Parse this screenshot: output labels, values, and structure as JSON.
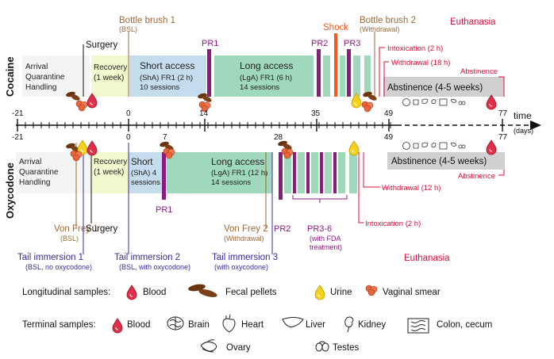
{
  "cocaine": {
    "group_label": "Cocaine",
    "arrival": [
      "Arrival",
      "Quarantine",
      "Handling"
    ],
    "bottle_brush_1": "Bottle brush 1",
    "bsl": "(BSL)",
    "surgery": "Surgery",
    "recovery": [
      "Recovery",
      "(1 week)"
    ],
    "pr1": "PR1",
    "short_access": [
      "Short access",
      "(ShA) FR1 (2 h)",
      "10 sessions"
    ],
    "long_access": [
      "Long access",
      "(LgA) FR1 (6 h)",
      "14 sessions"
    ],
    "pr2": "PR2",
    "shock": "Shock",
    "pr3": "PR3",
    "bottle_brush_2": "Bottle brush 2",
    "withdrawal_paren": "(Withdrawal)",
    "euthanasia": "Euthanasia",
    "intoxication": "Intoxication (2 h)",
    "withdrawal": "Withdrawal (18 h)",
    "abstinence_label": "Abstinence",
    "abstinence_box": "Abstinence (4-5 weeks)"
  },
  "oxycodone": {
    "group_label": "Oxycodone",
    "arrival": [
      "Arrival",
      "Quarantine",
      "Handling"
    ],
    "recovery": [
      "Recovery",
      "(1 week)"
    ],
    "short_access": [
      "Short",
      "(ShA) 4",
      "sessions"
    ],
    "long_access": [
      "Long access",
      "(LgA) FR1 (12 h)",
      "14 sessions"
    ],
    "abstinence_box": "Abstinence (4-5 weeks)",
    "withdrawal": "Withdrawal (12 h)",
    "abstinence_label": "Abstinence",
    "intoxication": "Intoxication (2 h)",
    "euthanasia": "Euthanasia",
    "von_frey_1": "Von Frey 1",
    "bsl": "(BSL)",
    "surgery": "Surgery",
    "pr1": "PR1",
    "von_frey_2": "Von Frey 2",
    "withdrawal_paren": "(Withdrawal)",
    "pr2": "PR2",
    "pr3_6": "PR3-6",
    "fda": [
      "(with FDA",
      "treatment)"
    ],
    "tail_1": "Tail immersion 1",
    "tail_1_sub": "(BSL, no oxycodone)",
    "tail_2": "Tail immersion 2",
    "tail_2_sub": "(BSL, with oxycodone)",
    "tail_3": "Tail immersion 3",
    "tail_3_sub": "(with oxycodone)"
  },
  "timeline": {
    "ticks_top": [
      "-21",
      "0",
      "14",
      "35",
      "49",
      "77"
    ],
    "ticks_bottom": [
      "-21",
      "0",
      "7",
      "28",
      "49",
      "77"
    ],
    "time_label": "time",
    "days_label": "(days)"
  },
  "legend": {
    "longitudinal_title": "Longitudinal samples:",
    "blood": "Blood",
    "fecal": "Fecal pellets",
    "urine": "Urine",
    "vaginal": "Vaginal smear",
    "terminal_title": "Terminal samples:",
    "t_blood": "Blood",
    "brain": "Brain",
    "heart": "Heart",
    "liver": "Liver",
    "kidney": "Kidney",
    "colon": "Colon, cecum",
    "ovary": "Ovary",
    "testes": "Testes"
  },
  "colors": {
    "arrival": "#f3f5f2",
    "recovery": "#f4f8cf",
    "short": "#c5dcec",
    "long": "#9fd8bb",
    "pr": "#8c1a7f",
    "shock": "#ef5a24",
    "abstinence": "#d0d0d0",
    "bottle": "#9a6a3a",
    "red": "#d90f3c",
    "blue": "#3c2a9c",
    "blood": "#e0304a",
    "urine": "#f4d21c",
    "fecal": "#6b3410",
    "smear": "#e8643c"
  }
}
